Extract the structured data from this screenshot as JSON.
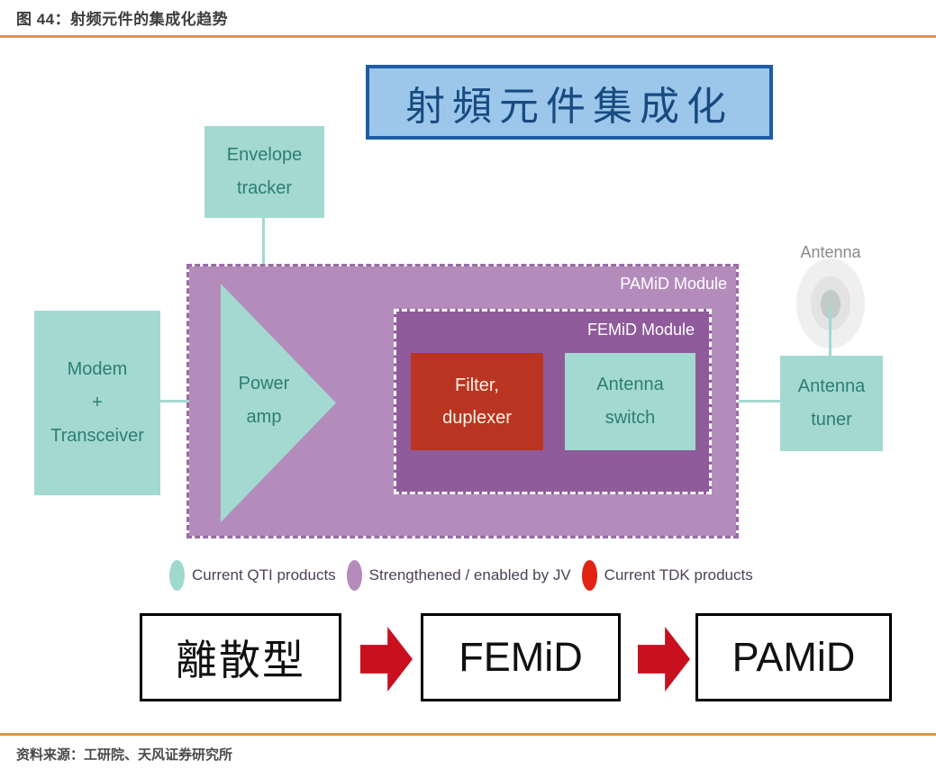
{
  "header": {
    "figure_label": "图 44：射频元件的集成化趋势"
  },
  "footer": {
    "source": "资料来源：工研院、天风证券研究所"
  },
  "banner": {
    "text": "射頻元件集成化"
  },
  "diagram": {
    "envelope_tracker": {
      "line1": "Envelope",
      "line2": "tracker"
    },
    "modem": {
      "line1": "Modem",
      "line2": "+",
      "line3": "Transceiver"
    },
    "power_amp": {
      "line1": "Power",
      "line2": "amp"
    },
    "pamid_module": {
      "label": "PAMiD Module"
    },
    "femid_module": {
      "label": "FEMiD Module"
    },
    "filter_duplexer": {
      "line1": "Filter,",
      "line2": "duplexer"
    },
    "antenna_switch": {
      "line1": "Antenna",
      "line2": "switch"
    },
    "antenna": {
      "label": "Antenna"
    },
    "antenna_tuner": {
      "line1": "Antenna",
      "line2": "tuner"
    }
  },
  "legend": {
    "items": [
      {
        "label": "Current QTI products",
        "color": "#9fd8ce"
      },
      {
        "label": "Strengthened / enabled by JV",
        "color": "#b48cbc"
      },
      {
        "label": "Current TDK products",
        "color": "#e02313"
      }
    ]
  },
  "flow": {
    "steps": [
      {
        "label": "離散型"
      },
      {
        "label": "FEMiD"
      },
      {
        "label": "PAMiD"
      }
    ]
  },
  "colors": {
    "accent_rule": "#d9993f",
    "teal_fill": "#a3d9d1",
    "teal_text": "#2e7d74",
    "purple_outer": "#b48cbc",
    "purple_inner": "#8f5b9b",
    "red_box": "#b93521",
    "arrow_red": "#c8101e",
    "banner_fill": "#9cc7ea",
    "banner_border": "#1d5ca8",
    "banner_text": "#174a80"
  }
}
